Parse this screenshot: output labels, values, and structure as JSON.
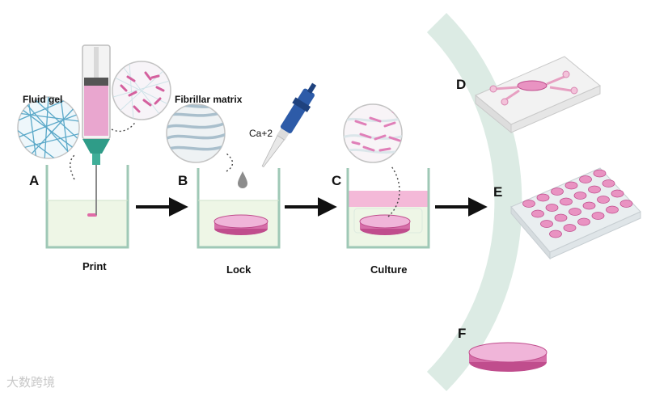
{
  "labels": {
    "fluid_gel": "Fluid gel",
    "fibrillar_matrix": "Fibrillar matrix",
    "calcium": "Ca+2"
  },
  "steps": [
    {
      "letter": "A",
      "caption": "Print"
    },
    {
      "letter": "B",
      "caption": "Lock"
    },
    {
      "letter": "C",
      "caption": "Culture"
    }
  ],
  "applications": [
    {
      "letter": "D",
      "icon": "microfluidic-chip-icon"
    },
    {
      "letter": "E",
      "icon": "well-plate-icon"
    },
    {
      "letter": "F",
      "icon": "construct-disc-icon"
    }
  ],
  "watermark": "大数跨境",
  "colors": {
    "arc": "#dcebe4",
    "beaker_stroke": "#9fc8b6",
    "gel_fill": "#eef6e6",
    "pink": "#e9a6cf",
    "pink_dark": "#c04d8d",
    "fiber_blue": "#5aa8c8",
    "syringe_green": "#2f9c88",
    "pipette_blue": "#2d5ba8"
  }
}
